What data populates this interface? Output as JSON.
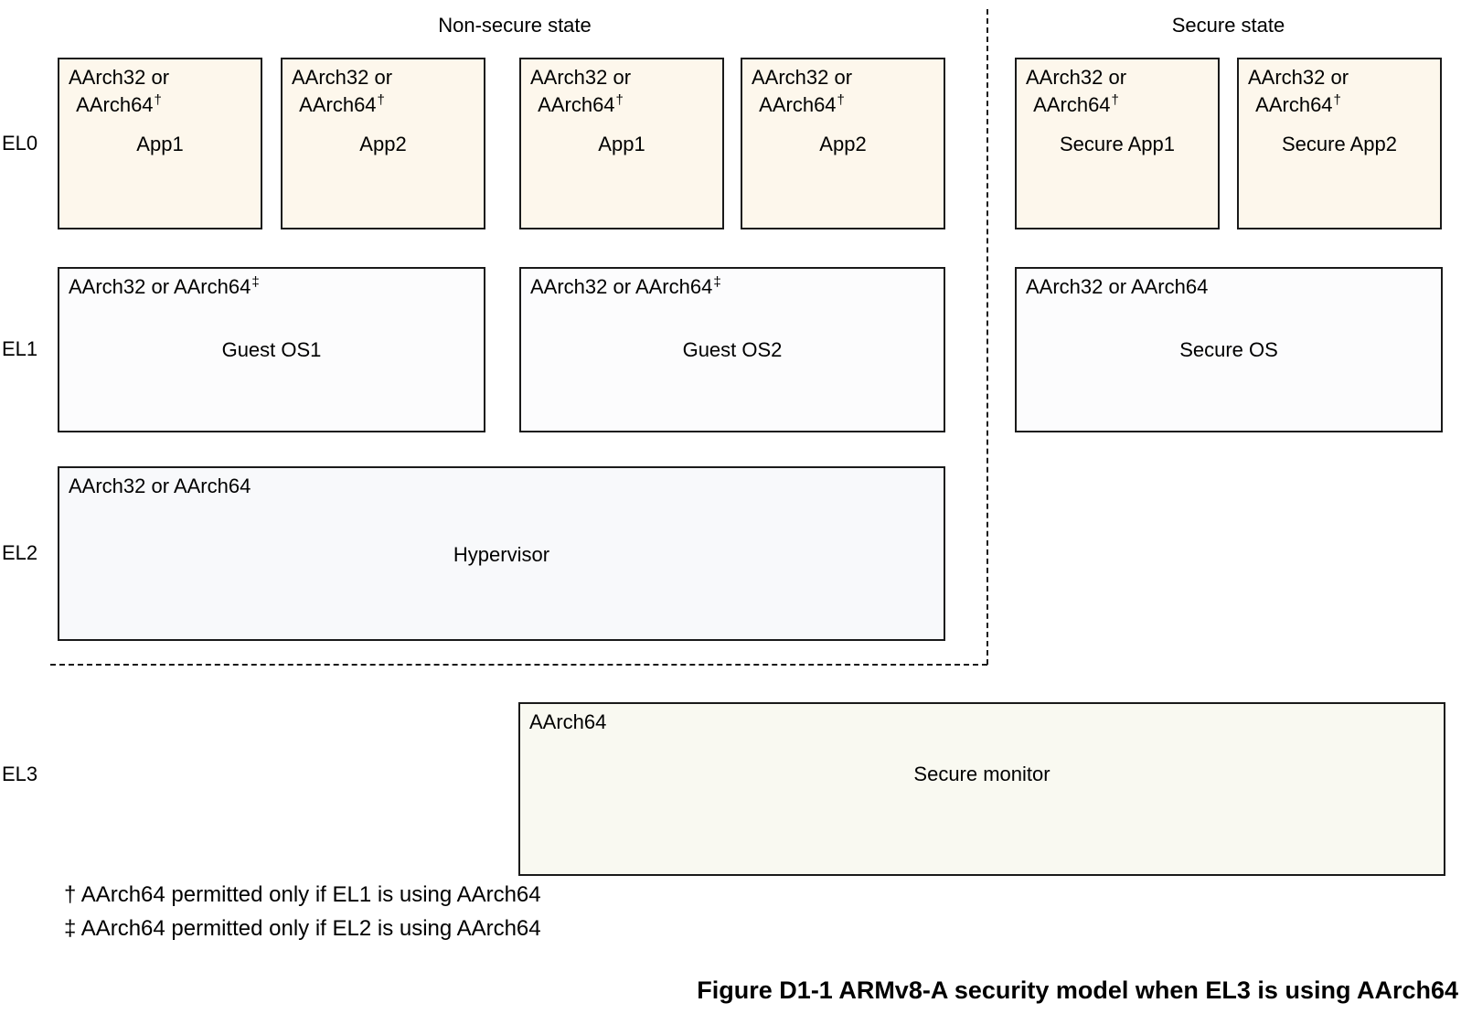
{
  "titles": {
    "non_secure": "Non-secure state",
    "secure": "Secure state"
  },
  "el_labels": {
    "el0": "EL0",
    "el1": "EL1",
    "el2": "EL2",
    "el3": "EL3"
  },
  "el0_boxes": [
    {
      "arch_line1": "AArch32 or",
      "arch_line2": "AArch64",
      "arch_sup": "†",
      "name": "App1"
    },
    {
      "arch_line1": "AArch32 or",
      "arch_line2": "AArch64",
      "arch_sup": "†",
      "name": "App2"
    },
    {
      "arch_line1": "AArch32 or",
      "arch_line2": "AArch64",
      "arch_sup": "†",
      "name": "App1"
    },
    {
      "arch_line1": "AArch32 or",
      "arch_line2": "AArch64",
      "arch_sup": "†",
      "name": "App2"
    },
    {
      "arch_line1": "AArch32 or",
      "arch_line2": "AArch64",
      "arch_sup": "†",
      "name": "Secure App1"
    },
    {
      "arch_line1": "AArch32 or",
      "arch_line2": "AArch64",
      "arch_sup": "†",
      "name": "Secure App2"
    }
  ],
  "el1_boxes": [
    {
      "arch": "AArch32 or AArch64",
      "arch_sup": "‡",
      "name": "Guest OS1"
    },
    {
      "arch": "AArch32 or AArch64",
      "arch_sup": "‡",
      "name": "Guest OS2"
    },
    {
      "arch": "AArch32 or AArch64",
      "arch_sup": "",
      "name": "Secure OS"
    }
  ],
  "el2_box": {
    "arch": "AArch32 or AArch64",
    "name": "Hypervisor"
  },
  "el3_box": {
    "arch": "AArch64",
    "name": "Secure monitor"
  },
  "footnotes": [
    "† AArch64 permitted only if EL1 is using AArch64",
    "‡ AArch64 permitted only if EL2 is using AArch64"
  ],
  "caption": "Figure D1-1 ARMv8-A security model when EL3 is using AArch64",
  "colors": {
    "app_box_fill": "#fdf7ec",
    "os_box_fill": "#fcfcfd",
    "hypervisor_box_fill": "#f8f9fb",
    "monitor_box_fill": "#f9f9f1",
    "border": "#1a1a1a"
  }
}
